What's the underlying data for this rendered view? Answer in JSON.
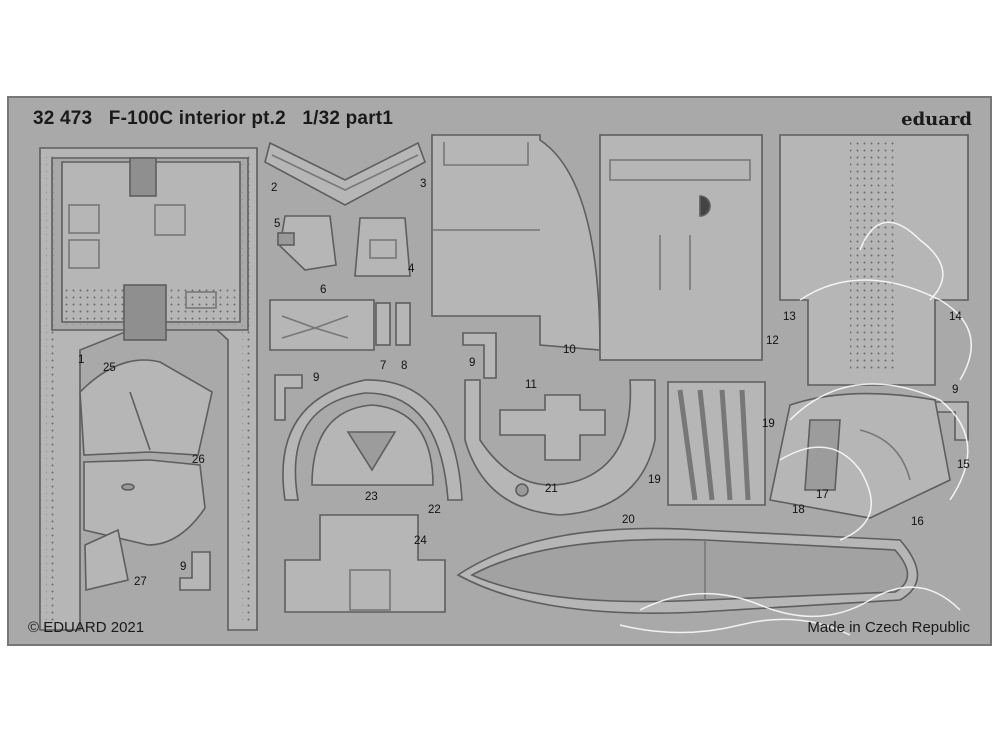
{
  "title": {
    "code": "32 473",
    "name": "F-100C interior pt.2",
    "scale": "1/32",
    "part": "part1"
  },
  "brand": "eduard",
  "footer": {
    "copyright": "© EDUARD 2021",
    "origin": "Made in Czech Republic"
  },
  "part_numbers": [
    "1",
    "2",
    "3",
    "4",
    "5",
    "6",
    "7",
    "8",
    "9",
    "9",
    "9",
    "9",
    "10",
    "11",
    "12",
    "13",
    "14",
    "15",
    "16",
    "17",
    "18",
    "19",
    "19",
    "20",
    "21",
    "22",
    "23",
    "24",
    "25",
    "26",
    "27"
  ],
  "colors": {
    "fret": "#a9a9a9",
    "outline": "#555555",
    "part_fill": "#b6b6b6",
    "background": "#ffffff"
  }
}
